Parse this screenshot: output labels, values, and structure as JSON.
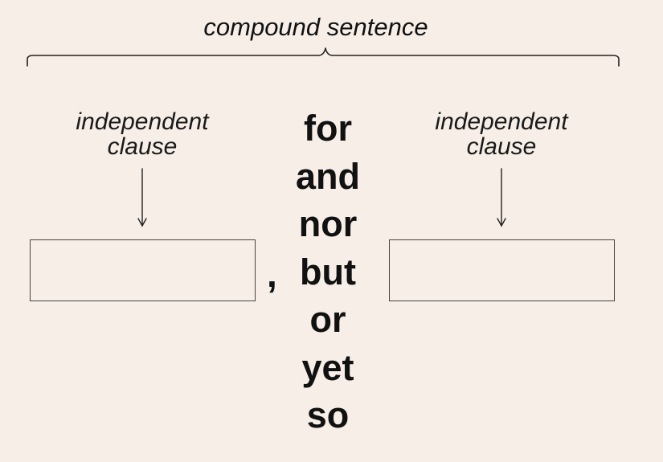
{
  "diagram": {
    "title": "compound sentence",
    "left_clause": {
      "line1": "independent",
      "line2": "clause"
    },
    "right_clause": {
      "line1": "independent",
      "line2": "clause"
    },
    "comma": ",",
    "conjunctions": [
      "for",
      "and",
      "nor",
      "but",
      "or",
      "yet",
      "so"
    ]
  }
}
